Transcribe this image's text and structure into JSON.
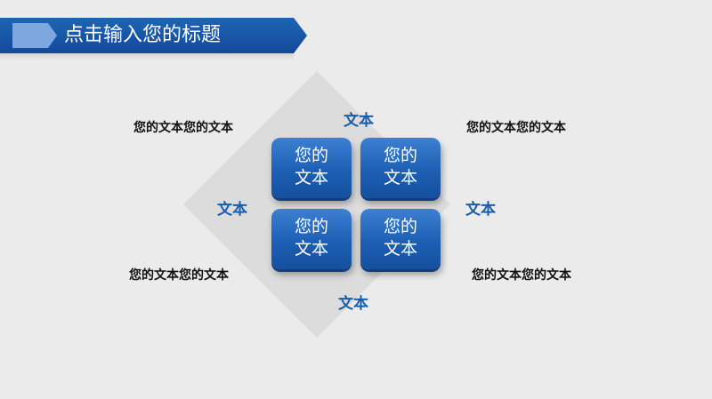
{
  "header": {
    "title": "点击输入您的标题"
  },
  "tiles": [
    {
      "line1": "您的",
      "line2": "文本"
    },
    {
      "line1": "您的",
      "line2": "文本"
    },
    {
      "line1": "您的",
      "line2": "文本"
    },
    {
      "line1": "您的",
      "line2": "文本"
    }
  ],
  "diamond_labels": {
    "top": "文本",
    "left": "文本",
    "right": "文本",
    "bottom": "文本"
  },
  "corner_texts": {
    "top_left": "您的文本您的文本",
    "top_right": "您的文本您的文本",
    "bottom_left": "您的文本您的文本",
    "bottom_right": "您的文本您的文本"
  },
  "colors": {
    "banner": "#1a5aaa",
    "tile": "#1d5fb4",
    "label_blue": "#1a5da8",
    "background": "#ebebeb"
  }
}
